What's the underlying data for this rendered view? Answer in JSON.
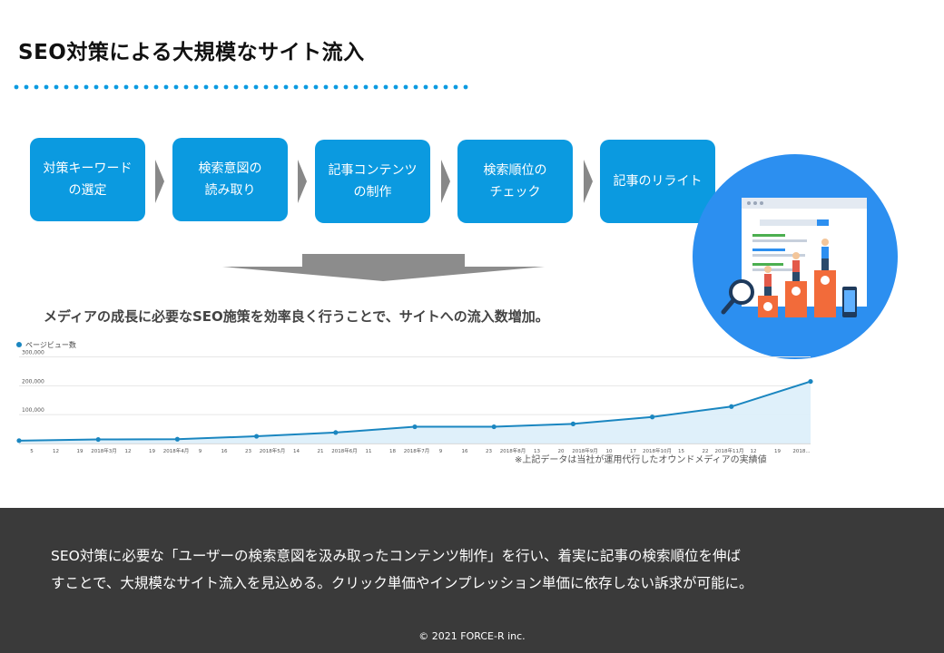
{
  "header": {
    "title": "SEO対策による大規模なサイト流入"
  },
  "steps": [
    {
      "line1": "対策キーワード",
      "line2": "の選定"
    },
    {
      "line1": "検索意図の",
      "line2": "読み取り"
    },
    {
      "line1": "記事コンテンツ",
      "line2": "の制作"
    },
    {
      "line1": "検索順位の",
      "line2": "チェック"
    },
    {
      "line1": "記事のリライト",
      "line2": ""
    }
  ],
  "tagline": "メディアの成長に必要なSEO施策を効率良く行うことで、サイトへの流入数増加。",
  "chart_data": {
    "type": "area",
    "legend": "ページビュー数",
    "legend_position": "top-left",
    "series_color": "#1a86c0",
    "y_ticks": [
      "300,000",
      "200,000",
      "100,000"
    ],
    "ylim": [
      0,
      330000
    ],
    "grid": true,
    "x_ticks": [
      "5",
      "12",
      "19",
      "2018年3月",
      "12",
      "19",
      "2018年4月",
      "9",
      "16",
      "23",
      "2018年5月",
      "14",
      "21",
      "2018年6月",
      "11",
      "18",
      "2018年7月",
      "9",
      "16",
      "23",
      "2018年8月",
      "13",
      "20",
      "2018年9月",
      "10",
      "17",
      "2018年10月",
      "15",
      "22",
      "2018年11月",
      "12",
      "19",
      "2018..."
    ],
    "values": [
      10000,
      14000,
      15000,
      25000,
      38000,
      58000,
      58000,
      68000,
      92000,
      128000,
      215000
    ]
  },
  "note": "※上記データは当社が運用代行したオウンドメディアの実績値",
  "footer": {
    "line1": "SEO対策に必要な「ユーザーの検索意図を汲み取ったコンテンツ制作」を行い、着実に記事の検索順位を伸ば",
    "line2": "すことで、大規模なサイト流入を見込める。クリック単価やインプレッション単価に依存しない訴求が可能に。",
    "copyright": "© 2021 FORCE-R inc."
  }
}
